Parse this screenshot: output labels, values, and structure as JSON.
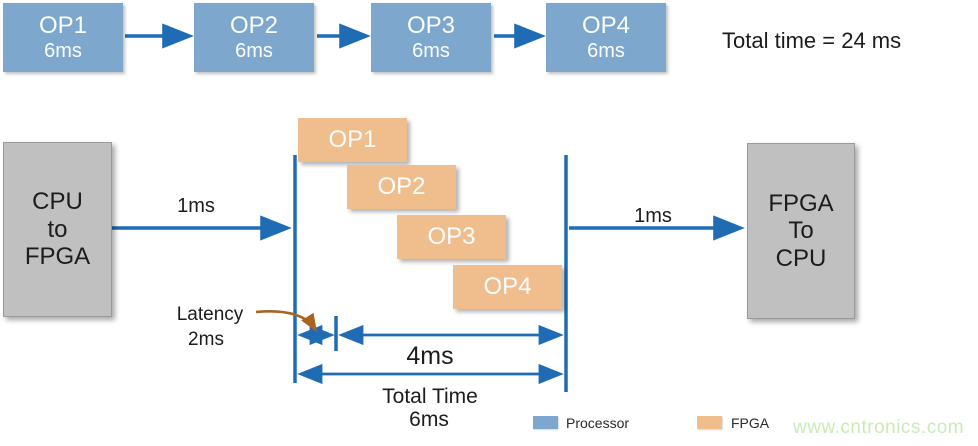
{
  "colors": {
    "processor_blue": "#7da7cc",
    "fpga_orange": "#efbe8c",
    "io_gray": "#c0c0c0",
    "arrow_blue": "#1f6cb4",
    "latency_brown": "#a9641f",
    "watermark_green": "#c9ecb6",
    "text_black": "#1c1c1c"
  },
  "sequential_flow": {
    "steps": [
      {
        "label": "OP1",
        "time": "6ms"
      },
      {
        "label": "OP2",
        "time": "6ms"
      },
      {
        "label": "OP3",
        "time": "6ms"
      },
      {
        "label": "OP4",
        "time": "6ms"
      }
    ],
    "total_label": "Total time = 24 ms"
  },
  "pipeline_flow": {
    "cpu_box": {
      "lines": [
        "CPU",
        "to",
        "FPGA"
      ]
    },
    "fpga_box": {
      "lines": [
        "FPGA",
        "To",
        "CPU"
      ]
    },
    "ops": [
      "OP1",
      "OP2",
      "OP3",
      "OP4"
    ],
    "transfer_in_label": "1ms",
    "transfer_out_label": "1ms",
    "latency_label": "Latency",
    "latency_time": "2ms",
    "compute_label": "4ms",
    "total_label": "Total Time",
    "total_time": "6ms"
  },
  "legend": {
    "items": [
      {
        "label": "Processor",
        "color": "#7da7cc"
      },
      {
        "label": "FPGA",
        "color": "#efbe8c"
      }
    ]
  },
  "watermark": "www.cntronics.com"
}
